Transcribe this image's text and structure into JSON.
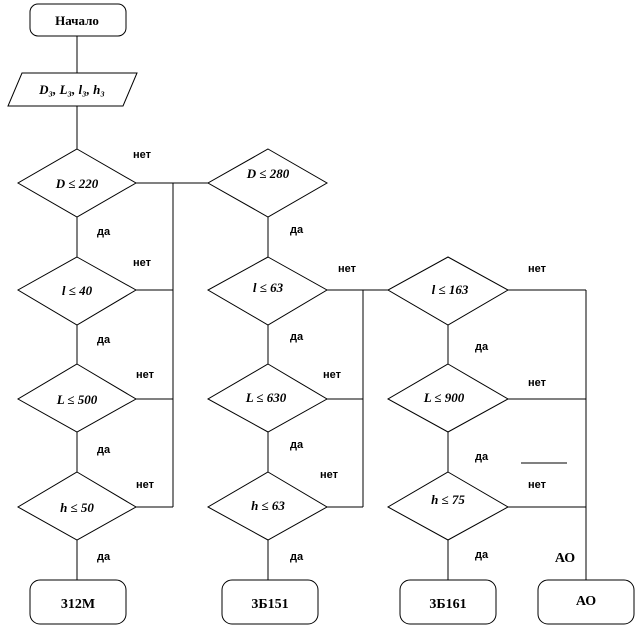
{
  "start": "Начало",
  "input": "D₃, L₃, l₃, h₃",
  "yes": "да",
  "no": "нет",
  "ao_side_label": "АО",
  "columns": [
    {
      "conditions": [
        "D ≤ 220",
        "l ≤ 40",
        "L ≤ 500",
        "h ≤ 50"
      ],
      "result": "312М"
    },
    {
      "conditions": [
        "D ≤ 280",
        "l ≤ 63",
        "L ≤ 630",
        "h ≤ 63"
      ],
      "result": "3Б151"
    },
    {
      "conditions": [
        "l ≤ 163",
        "L ≤ 900",
        "h ≤ 75"
      ],
      "result": "3Б161"
    }
  ],
  "fallback_result": "АО"
}
